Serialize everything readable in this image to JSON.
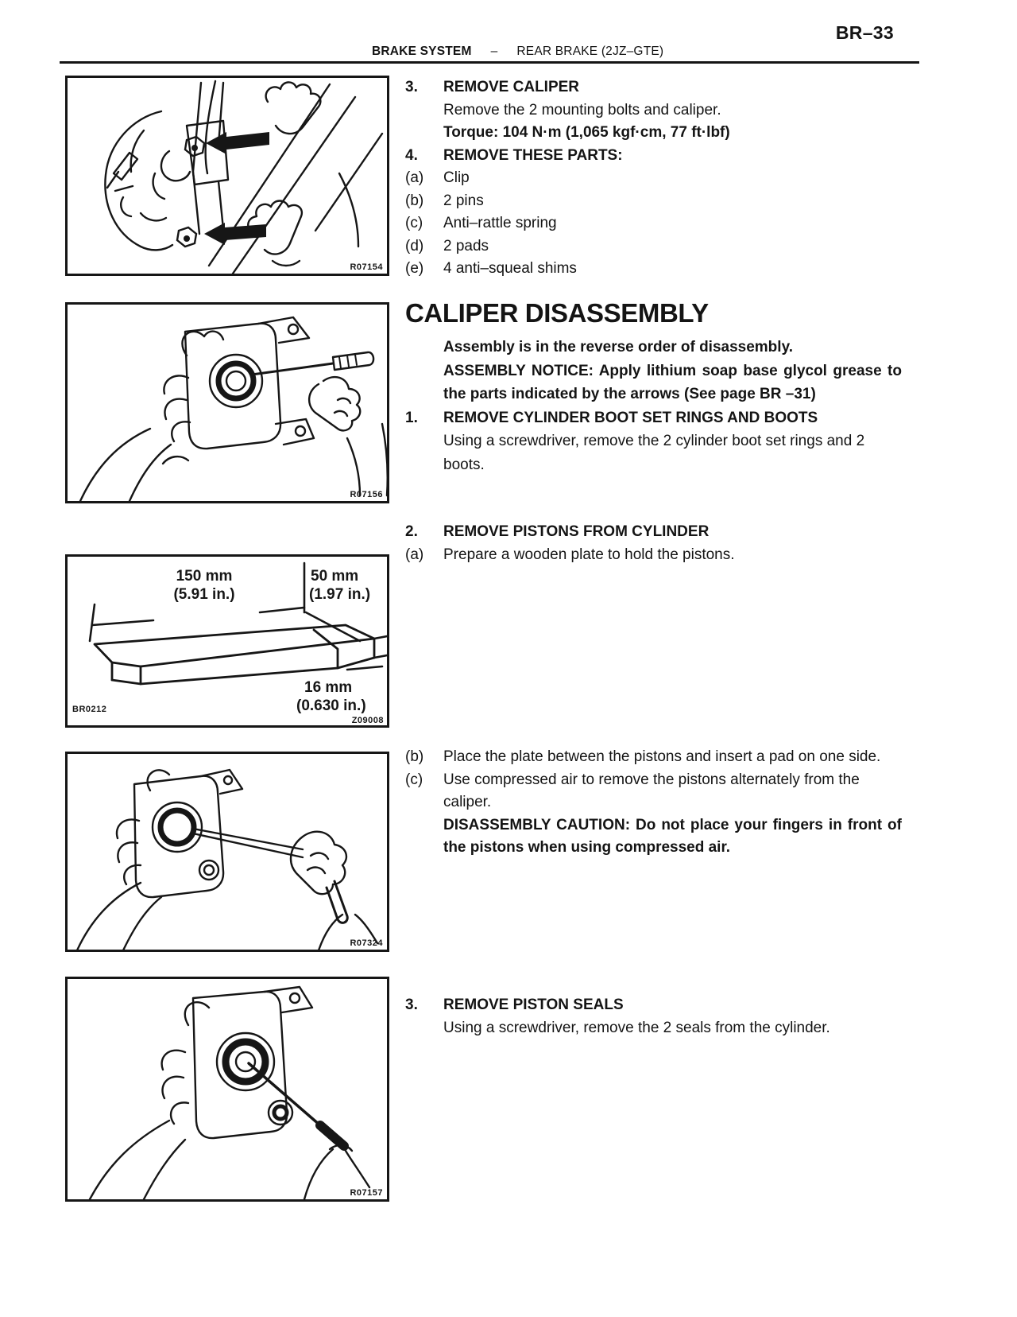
{
  "page": {
    "number": "BR–33",
    "header": {
      "section": "BRAKE SYSTEM",
      "separator": "–",
      "subsection": "REAR BRAKE (2JZ–GTE)"
    }
  },
  "steps": {
    "remove_caliper": {
      "num": "3.",
      "title": "REMOVE CALIPER",
      "body": "Remove the 2 mounting bolts and caliper.",
      "torque": "Torque: 104 N·m (1,065 kgf·cm, 77 ft·lbf)"
    },
    "remove_parts": {
      "num": "4.",
      "title": "REMOVE THESE PARTS:",
      "items": [
        {
          "label": "(a)",
          "text": "Clip"
        },
        {
          "label": "(b)",
          "text": "2 pins"
        },
        {
          "label": "(c)",
          "text": "Anti–rattle spring"
        },
        {
          "label": "(d)",
          "text": "2 pads"
        },
        {
          "label": "(e)",
          "text": "4 anti–squeal shims"
        }
      ]
    }
  },
  "disassembly": {
    "title": "CALIPER DISASSEMBLY",
    "note_reverse": "Assembly is in the reverse order of disassembly.",
    "assembly_notice": "ASSEMBLY NOTICE: Apply lithium soap base glycol grease to the parts indicated by the arrows (See page BR –31)",
    "step1": {
      "num": "1.",
      "title": "REMOVE CYLINDER BOOT SET RINGS AND BOOTS",
      "body": "Using a screwdriver, remove the 2 cylinder boot set rings and 2 boots."
    },
    "step2": {
      "num": "2.",
      "title": "REMOVE PISTONS FROM CYLINDER",
      "item_a": {
        "label": "(a)",
        "text": "Prepare a wooden plate to hold the pistons."
      },
      "item_b": {
        "label": "(b)",
        "text": "Place the plate between the pistons and insert a pad on one side."
      },
      "item_c": {
        "label": "(c)",
        "text": "Use compressed air to remove the pistons alternately from the caliper."
      },
      "caution": "DISASSEMBLY CAUTION: Do not place your fingers in front of the pistons when using compressed air."
    },
    "step3": {
      "num": "3.",
      "title": "REMOVE PISTON SEALS",
      "body": "Using a screwdriver, remove the 2 seals from the cylinder."
    }
  },
  "figures": {
    "fig1": {
      "code": "R07154"
    },
    "fig2": {
      "code": "R07156"
    },
    "fig3": {
      "code_left": "BR0212",
      "code_right": "Z09008",
      "dim_length": "150 mm",
      "dim_length_in": "(5.91 in.)",
      "dim_width": "50 mm",
      "dim_width_in": "(1.97 in.)",
      "dim_thickness": "16 mm",
      "dim_thickness_in": "(0.630 in.)"
    },
    "fig4": {
      "code": "R07324"
    },
    "fig5": {
      "code": "R07157"
    }
  },
  "colors": {
    "ink": "#141414",
    "paper": "#ffffff"
  }
}
